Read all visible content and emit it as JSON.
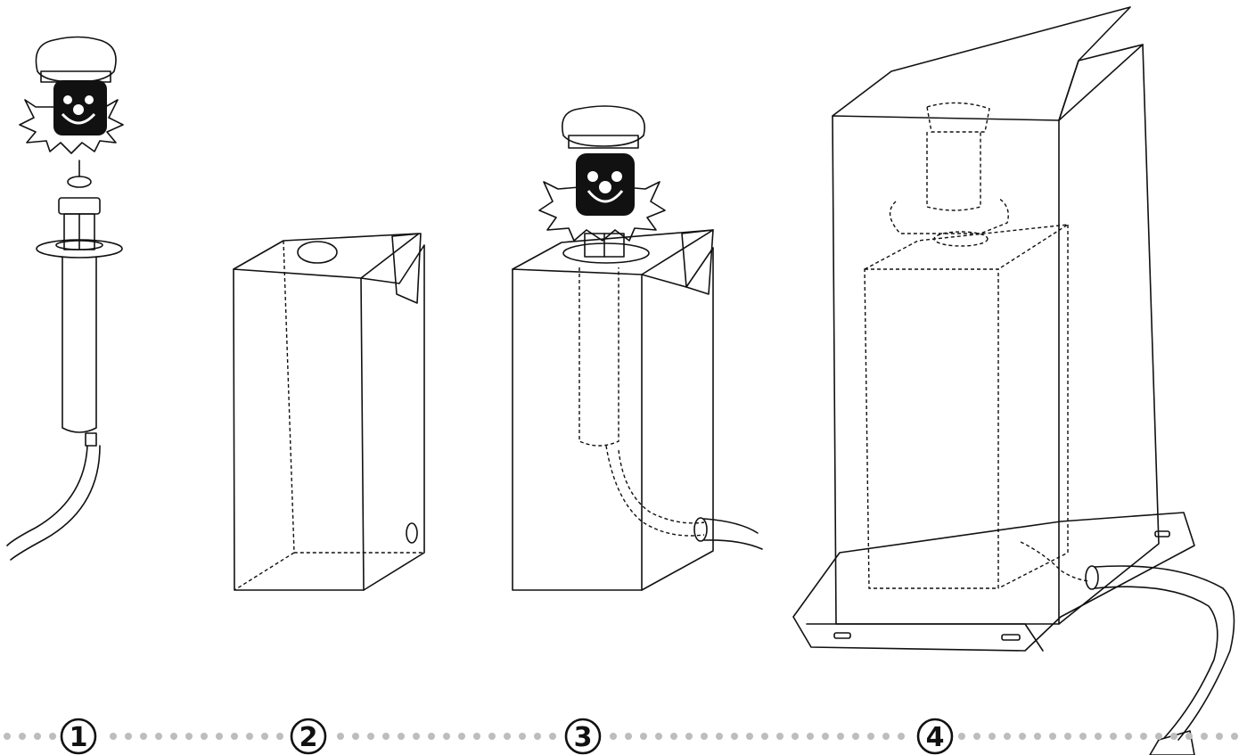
{
  "steps": [
    {
      "number": "1"
    },
    {
      "number": "2"
    },
    {
      "number": "3"
    },
    {
      "number": "4"
    }
  ],
  "colors": {
    "line": "#111111",
    "dot": "#bdbdbd",
    "background": "#ffffff"
  }
}
